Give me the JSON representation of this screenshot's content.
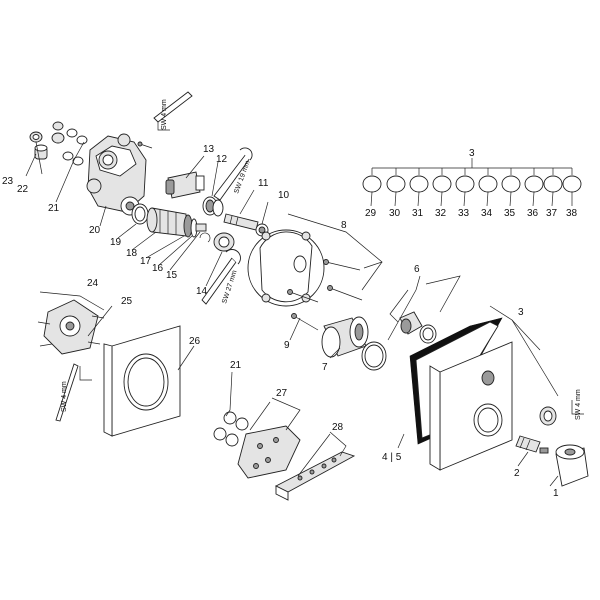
{
  "callouts": [
    {
      "id": "c1",
      "text": "1"
    },
    {
      "id": "c2",
      "text": "2"
    },
    {
      "id": "c3a",
      "text": "3"
    },
    {
      "id": "c3b",
      "text": "3"
    },
    {
      "id": "c45",
      "text": "4 | 5"
    },
    {
      "id": "c6",
      "text": "6"
    },
    {
      "id": "c7",
      "text": "7"
    },
    {
      "id": "c8",
      "text": "8"
    },
    {
      "id": "c9",
      "text": "9"
    },
    {
      "id": "c10",
      "text": "10"
    },
    {
      "id": "c11",
      "text": "11"
    },
    {
      "id": "c12",
      "text": "12"
    },
    {
      "id": "c13",
      "text": "13"
    },
    {
      "id": "c14",
      "text": "14"
    },
    {
      "id": "c15",
      "text": "15"
    },
    {
      "id": "c16",
      "text": "16"
    },
    {
      "id": "c17",
      "text": "17"
    },
    {
      "id": "c18",
      "text": "18"
    },
    {
      "id": "c19",
      "text": "19"
    },
    {
      "id": "c20",
      "text": "20"
    },
    {
      "id": "c21a",
      "text": "21"
    },
    {
      "id": "c21b",
      "text": "21"
    },
    {
      "id": "c22",
      "text": "22"
    },
    {
      "id": "c23",
      "text": "23"
    },
    {
      "id": "c24",
      "text": "24"
    },
    {
      "id": "c25",
      "text": "25"
    },
    {
      "id": "c26",
      "text": "26"
    },
    {
      "id": "c27",
      "text": "27"
    },
    {
      "id": "c28",
      "text": "28"
    },
    {
      "id": "c29",
      "text": "29"
    },
    {
      "id": "c30",
      "text": "30"
    },
    {
      "id": "c31",
      "text": "31"
    },
    {
      "id": "c32",
      "text": "32"
    },
    {
      "id": "c33",
      "text": "33"
    },
    {
      "id": "c34",
      "text": "34"
    },
    {
      "id": "c35",
      "text": "35"
    },
    {
      "id": "c36",
      "text": "36"
    },
    {
      "id": "c37",
      "text": "37"
    },
    {
      "id": "c38",
      "text": "38"
    }
  ],
  "tool_labels": {
    "sw4_top": "SW 4 mm",
    "sw19": "SW 19 mm",
    "sw27": "SW 27 mm",
    "sw4_left": "SW 4 mm",
    "sw4_right": "SW 4 mm"
  }
}
